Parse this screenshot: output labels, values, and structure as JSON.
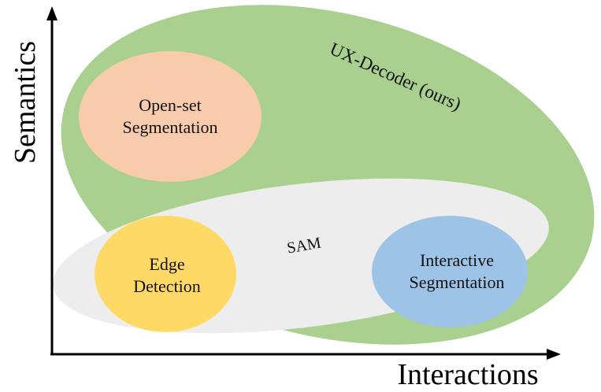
{
  "axes": {
    "x_label": "Interactions",
    "y_label": "Semantics"
  },
  "regions": {
    "uxdecoder": {
      "label": "UX-Decoder (ours)",
      "color": "#a9d08e"
    },
    "sam": {
      "label": "SAM",
      "color": "#ededed"
    }
  },
  "tasks": {
    "open_set": {
      "line1": "Open-set",
      "line2": "Segmentation",
      "color": "#f8cbad"
    },
    "edge": {
      "line1": "Edge",
      "line2": "Detection",
      "color": "#ffd966"
    },
    "interactive": {
      "line1": "Interactive",
      "line2": "Segmentation",
      "color": "#9dc3e6"
    }
  }
}
